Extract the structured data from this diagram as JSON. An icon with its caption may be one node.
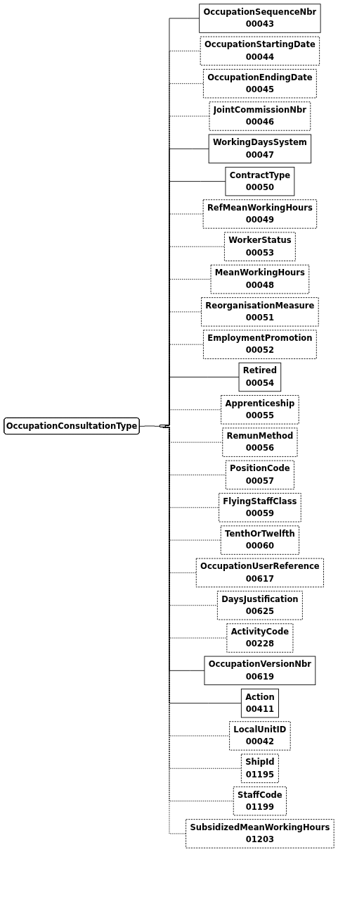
{
  "diagram": {
    "nodes": [
      {
        "text": [
          "OccupationConsultationType"
        ]
      },
      {
        "text": [],
        "shape": "hexagon"
      },
      {
        "text": [
          "OccupationSequenceNbr",
          "00043"
        ]
      },
      {
        "text": [
          "OccupationStartingDate",
          "00044"
        ]
      },
      {
        "text": [
          "OccupationEndingDate",
          "00045"
        ]
      },
      {
        "text": [
          "JointCommissionNbr",
          "00046"
        ]
      },
      {
        "text": [
          "WorkingDaysSystem",
          "00047"
        ]
      },
      {
        "text": [
          "ContractType",
          "00050"
        ]
      },
      {
        "text": [
          "RefMeanWorkingHours",
          "00049"
        ]
      },
      {
        "text": [
          "WorkerStatus",
          "00053"
        ]
      },
      {
        "text": [
          "MeanWorkingHours",
          "00048"
        ]
      },
      {
        "text": [
          "ReorganisationMeasure",
          "00051"
        ]
      },
      {
        "text": [
          "EmploymentPromotion",
          "00052"
        ]
      },
      {
        "text": [
          "Retired",
          "00054"
        ]
      },
      {
        "text": [
          "Apprenticeship",
          "00055"
        ]
      },
      {
        "text": [
          "RemunMethod",
          "00056"
        ]
      },
      {
        "text": [
          "PositionCode",
          "00057"
        ]
      },
      {
        "text": [
          "FlyingStaffClass",
          "00059"
        ]
      },
      {
        "text": [
          "TenthOrTwelfth",
          "00060"
        ]
      },
      {
        "text": [
          "OccupationUserReference",
          "00617"
        ]
      },
      {
        "text": [
          "DaysJustification",
          "00625"
        ]
      },
      {
        "text": [
          "ActivityCode",
          "00228"
        ]
      },
      {
        "text": [
          "OccupationVersionNbr",
          "00619"
        ]
      },
      {
        "text": [
          "Action",
          "00411"
        ]
      },
      {
        "text": [
          "LocalUnitID",
          "00042"
        ]
      },
      {
        "text": [
          "ShipId",
          "01195"
        ]
      },
      {
        "text": [
          "StaffCode",
          "01199"
        ]
      },
      {
        "text": [
          "SubsidizedMeanWorkingHours",
          "01203"
        ]
      }
    ],
    "edges": [
      {
        "from": 0,
        "to": 1,
        "arrow": "none"
      },
      {
        "from": 1,
        "to": 2,
        "arrow": "none"
      },
      {
        "from": 1,
        "to": 3,
        "arrow": "none",
        "style": "dashed"
      },
      {
        "from": 1,
        "to": 4,
        "arrow": "none",
        "style": "dashed"
      },
      {
        "from": 1,
        "to": 5,
        "arrow": "none",
        "style": "dashed"
      },
      {
        "from": 1,
        "to": 6,
        "arrow": "none"
      },
      {
        "from": 1,
        "to": 7,
        "arrow": "none"
      },
      {
        "from": 1,
        "to": 8,
        "arrow": "none",
        "style": "dashed"
      },
      {
        "from": 1,
        "to": 9,
        "arrow": "none",
        "style": "dashed"
      },
      {
        "from": 1,
        "to": 10,
        "arrow": "none",
        "style": "dashed"
      },
      {
        "from": 1,
        "to": 11,
        "arrow": "none",
        "style": "dashed"
      },
      {
        "from": 1,
        "to": 12,
        "arrow": "none",
        "style": "dashed"
      },
      {
        "from": 1,
        "to": 13,
        "arrow": "none"
      },
      {
        "from": 1,
        "to": 14,
        "arrow": "none",
        "style": "dashed"
      },
      {
        "from": 1,
        "to": 15,
        "arrow": "none",
        "style": "dashed"
      },
      {
        "from": 1,
        "to": 16,
        "arrow": "none",
        "style": "dashed"
      },
      {
        "from": 1,
        "to": 17,
        "arrow": "none",
        "style": "dashed"
      },
      {
        "from": 1,
        "to": 18,
        "arrow": "none",
        "style": "dashed"
      },
      {
        "from": 1,
        "to": 19,
        "arrow": "none",
        "style": "dashed"
      },
      {
        "from": 1,
        "to": 20,
        "arrow": "none",
        "style": "dashed"
      },
      {
        "from": 1,
        "to": 21,
        "arrow": "none",
        "style": "dashed"
      },
      {
        "from": 1,
        "to": 22,
        "arrow": "none"
      },
      {
        "from": 1,
        "to": 23,
        "arrow": "none"
      },
      {
        "from": 1,
        "to": 24,
        "arrow": "none",
        "style": "dashed"
      },
      {
        "from": 1,
        "to": 25,
        "arrow": "none",
        "style": "dashed"
      },
      {
        "from": 1,
        "to": 26,
        "arrow": "none",
        "style": "dashed"
      },
      {
        "from": 1,
        "to": 27,
        "arrow": "none",
        "style": "dashed"
      }
    ]
  }
}
